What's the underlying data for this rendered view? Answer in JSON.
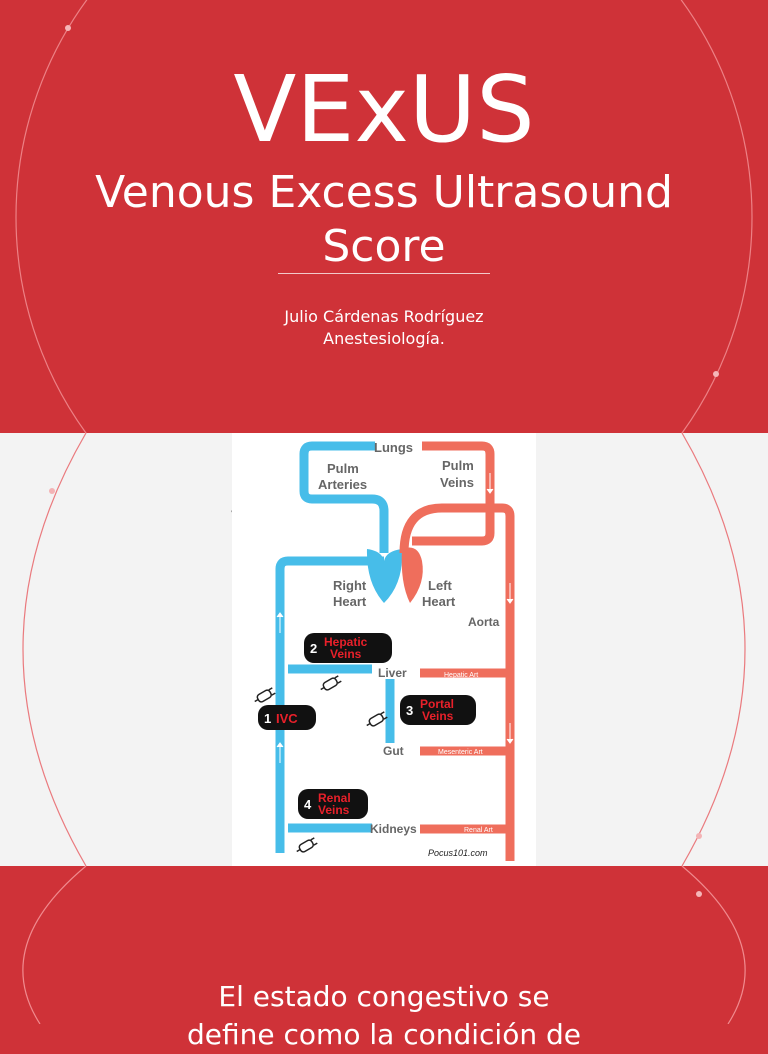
{
  "slide": {
    "title": "VExUS",
    "subtitle": "Venous Excess Ultrasound Score",
    "author": "Julio Cárdenas Rodríguez",
    "department": "Anestesiología."
  },
  "diagram": {
    "labels": {
      "lungs": "Lungs",
      "pulm": "Pulm",
      "arteries": "Arteries",
      "veins": "Veins",
      "right": "Right",
      "left": "Left",
      "heart": "Heart",
      "aorta": "Aorta",
      "liver": "Liver",
      "gut": "Gut",
      "kidneys": "Kidneys",
      "hepatic_art": "Hepatic Art",
      "mesenteric_art": "Mesenteric Art",
      "renal_art": "Renal Art",
      "credit": "Pocus101.com",
      "stray_letter": "a"
    },
    "badges": [
      {
        "number": "1",
        "line1": "IVC",
        "line2": ""
      },
      {
        "number": "2",
        "line1": "Hepatic",
        "line2": "Veins"
      },
      {
        "number": "3",
        "line1": "Portal",
        "line2": "Veins"
      },
      {
        "number": "4",
        "line1": "Renal",
        "line2": "Veins"
      }
    ],
    "colors": {
      "venous": "#47bde9",
      "arterial": "#ef6e5c",
      "badge_bg": "#111111",
      "badge_text": "#e8202a"
    }
  },
  "bottom": {
    "line1": "El estado congestivo se",
    "line2": "define como la condición de"
  },
  "theme": {
    "red": "#cf3238",
    "gray": "#f3f3f3"
  }
}
